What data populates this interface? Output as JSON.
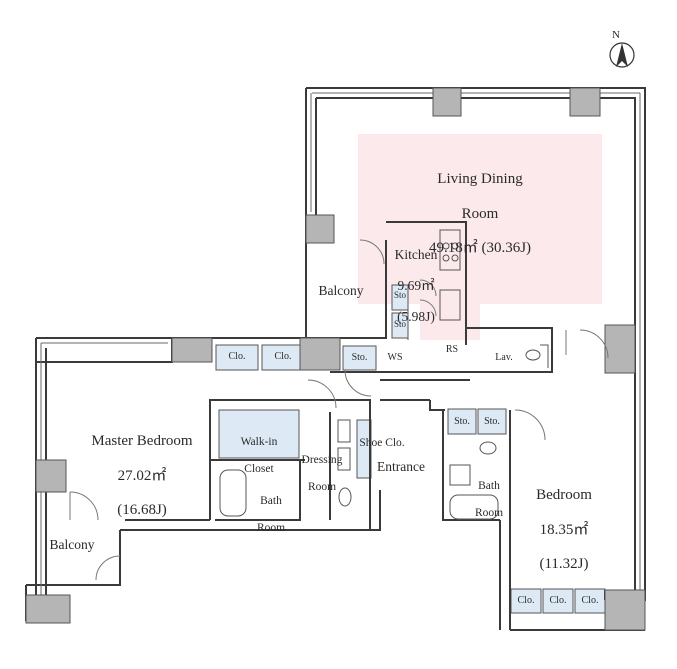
{
  "compass": {
    "letter": "N"
  },
  "rooms": {
    "living_name": "Living Dining",
    "living_name2": "Room",
    "living_area": "49.18㎡ (30.36J)",
    "kitchen_name": "Kitchen",
    "kitchen_area": "9.69㎡",
    "kitchen_j": "(5.98J)",
    "balcony_upper": "Balcony",
    "master_name": "Master Bedroom",
    "master_area": "27.02㎡",
    "master_j": "(16.68J)",
    "walkin": "Walk-in",
    "walkin2": "Closet",
    "bath_left": "Bath",
    "bath_left2": "Room",
    "dressing": "Dressing",
    "dressing2": "Room",
    "shoe": "Shoe Clo.",
    "entrance": "Entrance",
    "bath_right": "Bath",
    "bath_right2": "Room",
    "bedroom_name": "Bedroom",
    "bedroom_area": "18.35㎡",
    "bedroom_j": "(11.32J)",
    "balcony_lower": "Balcony"
  },
  "storage": {
    "clo": "Clo.",
    "sto": "Sto.",
    "ws": "WS",
    "rs": "RS",
    "lav": "Lav.",
    "sto_short": "Sto"
  },
  "colors": {
    "living_fill": "#fbe9ec",
    "storage_fill": "#dde9f5",
    "wall": "#3a3a3a",
    "pillar": "#b5b5b5"
  }
}
